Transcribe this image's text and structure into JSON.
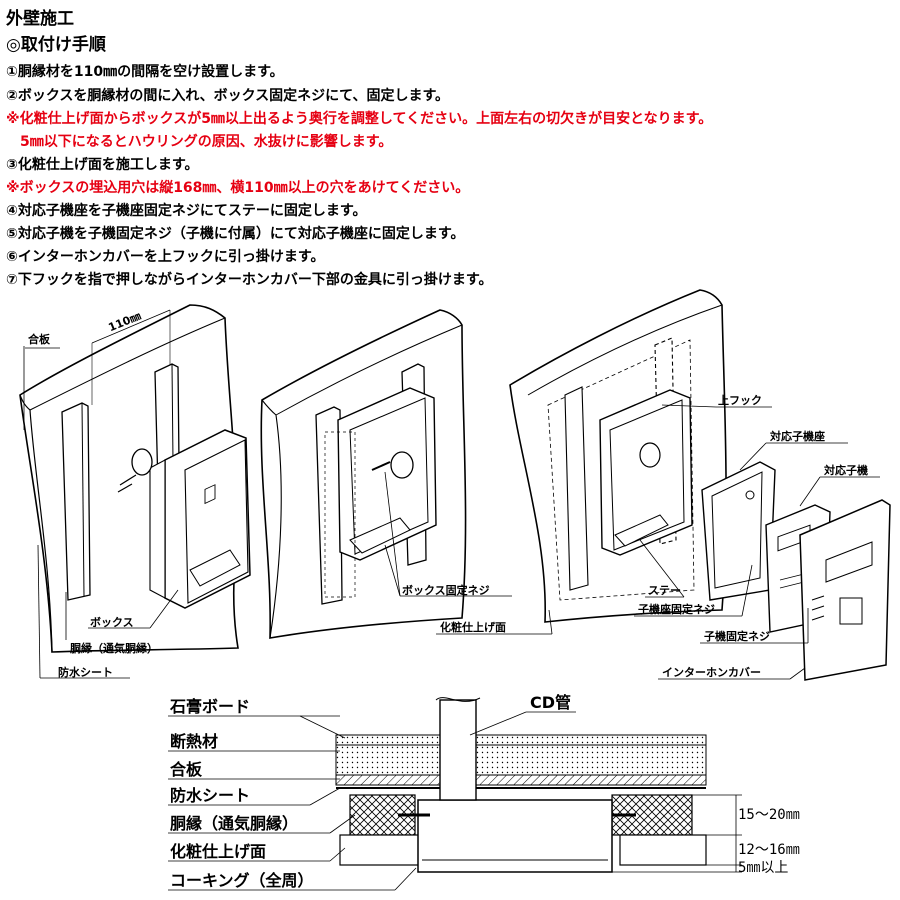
{
  "header": {
    "title": "外壁施工",
    "subtitle": "◎取付け手順"
  },
  "steps": [
    {
      "text": "①胴縁材を110㎜の間隔を空け設置します。",
      "warning": false
    },
    {
      "text": "②ボックスを胴縁材の間に入れ、ボックス固定ネジにて、固定します。",
      "warning": false
    },
    {
      "text": "※化粧仕上げ面からボックスが5㎜以上出るよう奥行を調整してください。上面左右の切欠きが目安となります。",
      "warning": true
    },
    {
      "text": "　5㎜以下になるとハウリングの原因、水抜けに影響します。",
      "warning": true
    },
    {
      "text": "③化粧仕上げ面を施工します。",
      "warning": false
    },
    {
      "text": "※ボックスの埋込用穴は縦168㎜、横110㎜以上の穴をあけてください。",
      "warning": true
    },
    {
      "text": "④対応子機座を子機座固定ネジにてステーに固定します。",
      "warning": false
    },
    {
      "text": "⑤対応子機を子機固定ネジ（子機に付属）にて対応子機座に固定します。",
      "warning": false
    },
    {
      "text": "⑥インターホンカバーを上フックに引っ掛けます。",
      "warning": false
    },
    {
      "text": "⑦下フックを指で押しながらインターホンカバー下部の金具に引っ掛けます。",
      "warning": false
    }
  ],
  "figure1": {
    "gouban": "合板",
    "dim_110": "110㎜",
    "box": "ボックス",
    "doubuchi": "胴縁（通気胴縁）",
    "bousui": "防水シート"
  },
  "figure2": {
    "box_screw": "ボックス固定ネジ"
  },
  "figure3": {
    "upper_hook": "上フック",
    "base": "対応子機座",
    "unit": "対応子機",
    "stay": "ステー",
    "base_screw": "子機座固定ネジ",
    "finish": "化粧仕上げ面",
    "unit_screw": "子機固定ネジ",
    "cover": "インターホンカバー"
  },
  "section": {
    "layers": [
      "石膏ボード",
      "断熱材",
      "合板",
      "防水シート",
      "胴縁（通気胴縁）",
      "化粧仕上げ面",
      "コーキング（全周）"
    ],
    "cd_pipe": "CD管",
    "dim1": "15～20㎜",
    "dim2": "12～16㎜",
    "dim3": "5㎜以上"
  },
  "colors": {
    "text": "#000000",
    "warning": "#e60012",
    "background": "#ffffff"
  }
}
